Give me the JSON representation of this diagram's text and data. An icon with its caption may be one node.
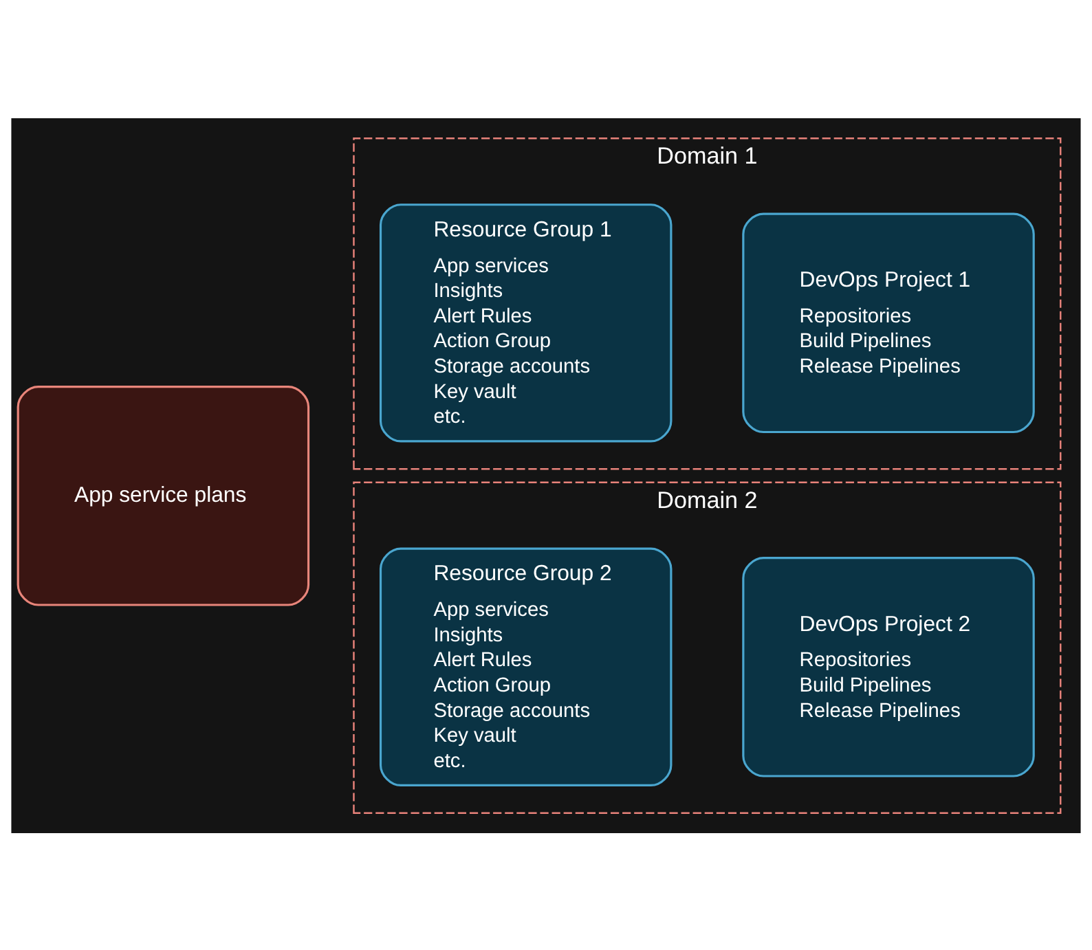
{
  "diagram": {
    "nodes": [
      {
        "text": [
          "Domain 1"
        ]
      },
      {
        "text": [
          "Resource Group 1",
          "App services",
          "Insights",
          "Alert Rules",
          "Action Group",
          "Storage accounts",
          "Key vault",
          "etc."
        ],
        "in": 0
      },
      {
        "text": [
          "DevOps Project 1",
          "Repositories",
          "Build Pipelines",
          "Release Pipelines"
        ],
        "in": 0
      },
      {
        "text": [
          "App service plans"
        ]
      },
      {
        "text": [
          "Domain 2"
        ]
      },
      {
        "text": [
          "Resource Group 2",
          "App services",
          "Insights",
          "Alert Rules",
          "Action Group",
          "Storage accounts",
          "Key vault",
          "etc."
        ],
        "in": 4
      },
      {
        "text": [
          "DevOps Project 2",
          "Repositories",
          "Build Pipelines",
          "Release Pipelines"
        ],
        "in": 4
      }
    ],
    "edges": []
  }
}
